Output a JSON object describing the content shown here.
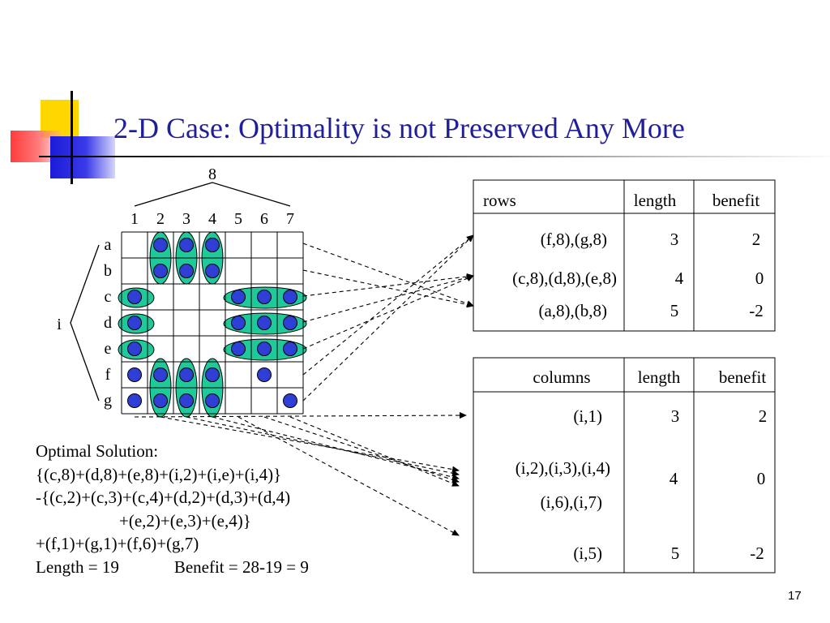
{
  "slide": {
    "title": "2-D Case: Optimality is not Preserved Any More",
    "number": "17"
  },
  "grid": {
    "top_label": "8",
    "column_labels": [
      "1",
      "2",
      "3",
      "4",
      "5",
      "6",
      "7"
    ],
    "row_labels": [
      "a",
      "b",
      "c",
      "d",
      "e",
      "f",
      "g"
    ],
    "side_label": "i",
    "points": [
      [
        "a",
        2
      ],
      [
        "a",
        3
      ],
      [
        "a",
        4
      ],
      [
        "b",
        2
      ],
      [
        "b",
        3
      ],
      [
        "b",
        4
      ],
      [
        "c",
        1
      ],
      [
        "c",
        5
      ],
      [
        "c",
        6
      ],
      [
        "c",
        7
      ],
      [
        "d",
        1
      ],
      [
        "d",
        5
      ],
      [
        "d",
        6
      ],
      [
        "d",
        7
      ],
      [
        "e",
        1
      ],
      [
        "e",
        5
      ],
      [
        "e",
        6
      ],
      [
        "e",
        7
      ],
      [
        "f",
        1
      ],
      [
        "f",
        2
      ],
      [
        "f",
        3
      ],
      [
        "f",
        4
      ],
      [
        "f",
        6
      ],
      [
        "g",
        1
      ],
      [
        "g",
        2
      ],
      [
        "g",
        3
      ],
      [
        "g",
        4
      ],
      [
        "g",
        7
      ]
    ],
    "colors": {
      "highlight": "#1fc99a",
      "point": "#2f3fd6",
      "point_outline": "#000000"
    }
  },
  "rows_table": {
    "headers": [
      "rows",
      "length",
      "benefit"
    ],
    "rows": [
      [
        "(f,8),(g,8)",
        "3",
        "2"
      ],
      [
        "(c,8),(d,8),(e,8)",
        "4",
        "0"
      ],
      [
        "(a,8),(b,8)",
        "5",
        "-2"
      ]
    ]
  },
  "columns_table": {
    "headers": [
      "columns",
      "length",
      "benefit"
    ],
    "rows": [
      [
        "(i,1)",
        "3",
        "2"
      ],
      [
        "(i,2),(i,3),(i,4)",
        "4",
        "0"
      ],
      [
        "(i,6),(i,7)",
        "",
        ""
      ],
      [
        "(i,5)",
        "5",
        "-2"
      ]
    ]
  },
  "solution": {
    "heading": "Optimal Solution:",
    "line1": "{(c,8)+(d,8)+(e,8)+(i,2)+(i,e)+(i,4)}",
    "line2": "-{(c,2)+(c,3)+(c,4)+(d,2)+(d,3)+(d,4)",
    "line3": "+(e,2)+(e,3)+(e,4)}",
    "line4": "+(f,1)+(g,1)+(f,6)+(g,7)",
    "length_text": "Length = 19",
    "benefit_text": "Benefit = 28-19 = 9"
  }
}
